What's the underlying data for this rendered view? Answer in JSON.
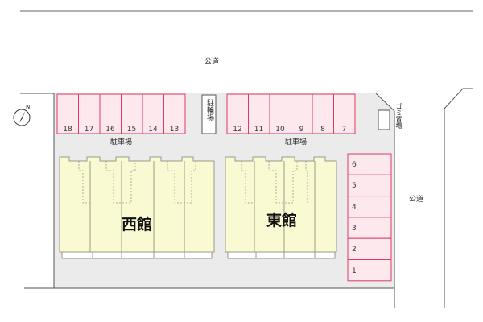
{
  "colors": {
    "lot_fill": "#ebebeb",
    "parking_fill": "#fde8ee",
    "parking_stroke": "#e03a63",
    "building_fill": "#fafad2",
    "building_stroke": "#9a9a8a",
    "line": "#555555"
  },
  "icons": {
    "north": "north-arrow-icon"
  },
  "roads": {
    "top": "公道",
    "right": "公道"
  },
  "labels": {
    "bicycle_parking": "駐輪場",
    "garbage": "ゴミ置場",
    "parking_west": "駐車場",
    "parking_east": "駐車場"
  },
  "buildings": {
    "west": "西館",
    "east": "東館"
  },
  "parking": {
    "west_row": [
      "18",
      "17",
      "16",
      "15",
      "14",
      "13"
    ],
    "east_row": [
      "12",
      "11",
      "10",
      "9",
      "8",
      "7"
    ],
    "right_column": [
      "6",
      "5",
      "4",
      "3",
      "2",
      "1"
    ]
  }
}
